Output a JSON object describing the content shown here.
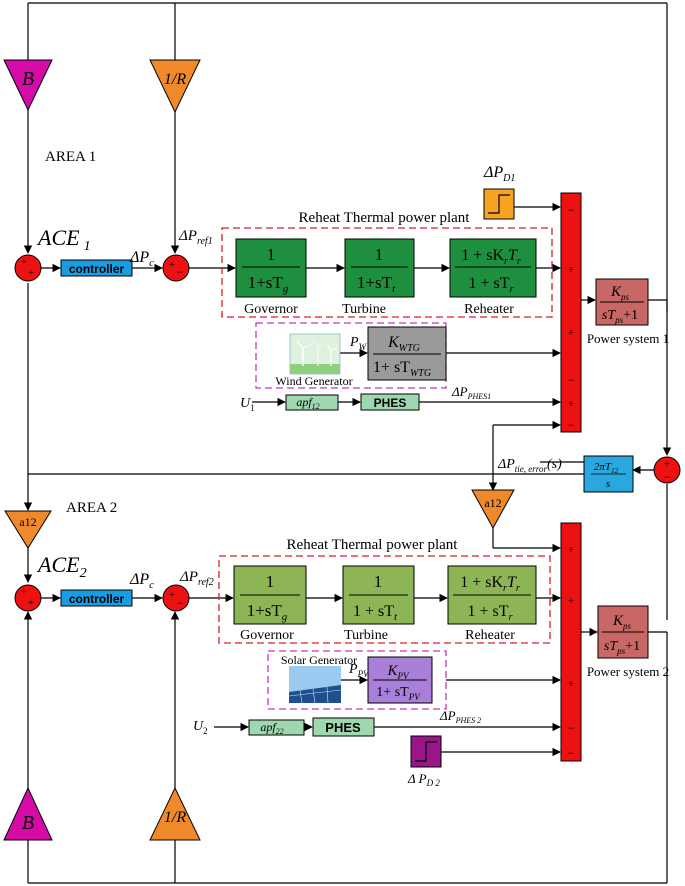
{
  "colors": {
    "tf_green": "#1e8f3e",
    "tf_light_green": "#8db555",
    "tf_gray": "#9a9a9a",
    "tf_purple": "#a97fd8",
    "tf_rose": "#c96666",
    "summer_red": "#ee1111",
    "gain_magenta": "#d60aa6",
    "gain_orange": "#f0892a",
    "controller_blue": "#1a9de0",
    "phes_green": "#9fd8b0",
    "tie_blue": "#2aa7df",
    "step_orange": "#f6a31f",
    "step_purple": "#9a148a",
    "dash_red": "#d61f2a",
    "dash_magenta": "#c13ab8"
  },
  "area1": {
    "label": "AREA 1",
    "ace": "ACE",
    "ace_sub": "1",
    "gain_b": "B",
    "gain_r": "1/R",
    "controller": "controller",
    "delta_pc": "ΔP",
    "delta_pc_sub": "c",
    "delta_pref": "ΔP",
    "delta_pref_sub": "ref1",
    "plant_title": "Reheat Thermal power plant",
    "governor_label": "Governor",
    "turbine_label": "Turbine",
    "reheater_label": "Reheater",
    "governor_num": "1",
    "governor_den": "1+sT",
    "governor_den_sub": "g",
    "turbine_num": "1",
    "turbine_den": "1+sT",
    "turbine_den_sub": "t",
    "reheater_num": "1 + sK",
    "reheater_num_mid": "T",
    "reheater_num_sub1": "r",
    "reheater_num_sub2": "r",
    "reheater_den": "1 + sT",
    "reheater_den_sub": "r",
    "disturbance": "ΔP",
    "disturbance_sub": "D1",
    "wind_label": "Wind Generator",
    "pw": "P",
    "pw_sub": "W",
    "wtg_num": "K",
    "wtg_num_sub": "WTG",
    "wtg_den": "1+ sT",
    "wtg_den_sub": "WTG",
    "u": "U",
    "u_sub": "1",
    "apf": "apf",
    "apf_sub": "12",
    "phes": "PHES",
    "pphes": "ΔP",
    "pphes_sub": "PHES1",
    "power_system": "Power system 1",
    "ps_num": "K",
    "ps_num_sub": "ps",
    "ps_den": "sT",
    "ps_den_sub": "ps",
    "ps_den_tail": "+1"
  },
  "tie": {
    "label": "ΔP",
    "label_sub": "tie, error",
    "label_tail": "(s)",
    "num": "2πT",
    "num_sub": "12",
    "den": "s",
    "gain_a12": "a12"
  },
  "area2": {
    "label": "AREA 2",
    "ace": "ACE",
    "ace_sub": "2",
    "gain_a12": "a12",
    "gain_b": "B",
    "gain_r": "1/R",
    "controller": "controller",
    "delta_pc": "ΔP",
    "delta_pc_sub": "c",
    "delta_pref": "ΔP",
    "delta_pref_sub": "ref2",
    "plant_title": "Reheat Thermal power plant",
    "governor_label": "Governor",
    "turbine_label": "Turbine",
    "reheater_label": "Reheater",
    "governor_num": "1",
    "governor_den": "1+sT",
    "governor_den_sub": "g",
    "turbine_num": "1",
    "turbine_den": "1 + sT",
    "turbine_den_sub": "t",
    "reheater_num": "1 + sK",
    "reheater_num_mid": "T",
    "reheater_num_sub1": "r",
    "reheater_num_sub2": "r",
    "reheater_den": "1 + sT",
    "reheater_den_sub": "r",
    "solar_label": "Solar Generator",
    "ppv": "P",
    "ppv_sub": "PV",
    "pv_num": "K",
    "pv_num_sub": "PV",
    "pv_den": "1+ sT",
    "pv_den_sub": "PV",
    "u": "U",
    "u_sub": "2",
    "apf": "apf",
    "apf_sub": "22",
    "phes": "PHES",
    "pphes": "ΔP",
    "pphes_sub": "PHES 2",
    "disturbance": "Δ P",
    "disturbance_sub": "D 2",
    "power_system": "Power system 2",
    "ps_num": "K",
    "ps_num_sub": "ps",
    "ps_den": "sT",
    "ps_den_sub": "ps",
    "ps_den_tail": "+1"
  },
  "signs": {
    "plus": "+",
    "minus": "−"
  }
}
